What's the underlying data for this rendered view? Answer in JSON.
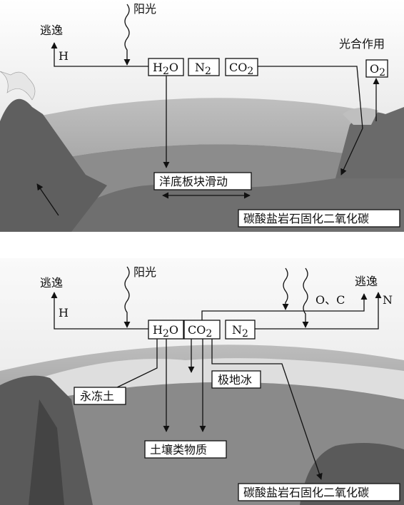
{
  "top": {
    "sunlight": "阳光",
    "escape": "逃逸",
    "escape_h": "H",
    "photosynthesis": "光合作用",
    "boxes": {
      "h2o": "H",
      "h2o_sub": "2",
      "h2o_tail": "O",
      "n2": "N",
      "n2_sub": "2",
      "co2": "CO",
      "co2_sub": "2",
      "o2": "O",
      "o2_sub": "2"
    },
    "plate": "洋底板块滑动",
    "carbonate": "碳酸盐岩石固化二氧化碳"
  },
  "bottom": {
    "sunlight": "阳光",
    "escape_left": "逃逸",
    "escape_left_h": "H",
    "escape_right": "逃逸",
    "escape_oc": "O、C",
    "escape_n": "N",
    "boxes": {
      "h2o": "H",
      "h2o_sub": "2",
      "h2o_tail": "O",
      "co2": "CO",
      "co2_sub": "2",
      "n2": "N",
      "n2_sub": "2"
    },
    "permafrost": "永冻土",
    "polar_ice": "极地冰",
    "soil": "土壤类物质",
    "carbonate": "碳酸盐岩石固化二氧化碳"
  },
  "colors": {
    "ink": "#111111",
    "sky_top": "#bdbdbd",
    "crust": "#6a6a6a",
    "mantle": "#8a8a8a"
  }
}
